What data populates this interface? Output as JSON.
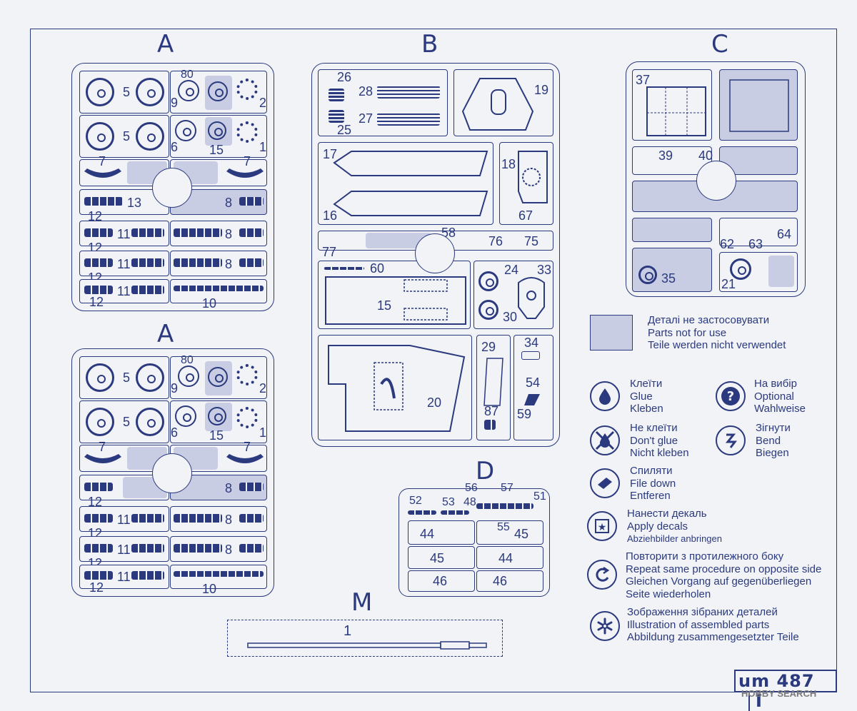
{
  "sprues": {
    "A": "A",
    "A2": "A",
    "B": "B",
    "C": "C",
    "D": "D",
    "M": "M"
  },
  "sprue_a": {
    "n5a": "5",
    "n80": "80",
    "n9": "9",
    "n2": "2",
    "n5b": "5",
    "n6": "6",
    "n15": "15",
    "n1": "1",
    "n7a": "7",
    "n7b": "7",
    "n13": "13",
    "n8a": "8",
    "n12a": "12",
    "n11a": "11",
    "n8b": "8",
    "n12b": "12",
    "n11b": "11",
    "n8c": "8",
    "n12c": "12",
    "n11c": "11",
    "n12d": "12",
    "n10": "10"
  },
  "sprue_a2": {
    "n5a": "5",
    "n80": "80",
    "n9": "9",
    "n2": "2",
    "n5b": "5",
    "n6": "6",
    "n15": "15",
    "n1": "1",
    "n7a": "7",
    "n7b": "7",
    "n8a": "8",
    "n12a": "12",
    "n11a": "11",
    "n8b": "8",
    "n12b": "12",
    "n11b": "11",
    "n8c": "8",
    "n12c": "12",
    "n11c": "11",
    "n12d": "12",
    "n10": "10"
  },
  "sprue_b": {
    "n26": "26",
    "n28": "28",
    "n27": "27",
    "n25": "25",
    "n19": "19",
    "n17": "17",
    "n16": "16",
    "n18": "18",
    "n67": "67",
    "n58": "58",
    "n76": "76",
    "n75": "75",
    "n77": "77",
    "n60": "60",
    "n15": "15",
    "n24": "24",
    "n33": "33",
    "n30": "30",
    "n29": "29",
    "n34": "34",
    "n54": "54",
    "n87": "87",
    "n59": "59",
    "n20": "20"
  },
  "sprue_c": {
    "n37": "37",
    "n39": "39",
    "n40": "40",
    "n62": "62",
    "n63": "63",
    "n64": "64",
    "n35": "35",
    "n21": "21"
  },
  "sprue_d": {
    "n56": "56",
    "n57": "57",
    "n52": "52",
    "n53": "53",
    "n48": "48",
    "n51": "51",
    "n44a": "44",
    "n55": "55",
    "n45a": "45",
    "n45b": "45",
    "n44b": "44",
    "n46a": "46",
    "n46b": "46"
  },
  "sprue_m": {
    "n1": "1"
  },
  "legend": {
    "notused": [
      "Деталі не застосовувати",
      "Parts not for use",
      "Teile werden nicht verwendet"
    ],
    "glue": [
      "Клеїти",
      "Glue",
      "Kleben"
    ],
    "optional": [
      "На вибір",
      "Optional",
      "Wahlweise"
    ],
    "noglue": [
      "Не клеїти",
      "Don't glue",
      "Nicht kleben"
    ],
    "bend": [
      "Зігнути",
      "Bend",
      "Biegen"
    ],
    "file": [
      "Спиляти",
      "File down",
      "Entferen"
    ],
    "decal": [
      "Нанести декаль",
      "Apply decals",
      "Abziehbilder anbringen"
    ],
    "repeat": [
      "Повторити з протилежного боку",
      "Repeat same procedure on opposite side",
      "Gleichen Vorgang auf gegenüberliegen",
      "Seite wiederholen"
    ],
    "illustration": [
      "Зображення зібраних деталей",
      "Illustration of assembled parts",
      "Abbildung zusammengesetzter Teile"
    ]
  },
  "footer": {
    "code": "um 487",
    "page": "I",
    "watermark": "HOBBY SEARCH"
  },
  "colors": {
    "ink": "#2b3a7e",
    "shade": "#c9cde4",
    "paper": "#f2f3f7"
  }
}
